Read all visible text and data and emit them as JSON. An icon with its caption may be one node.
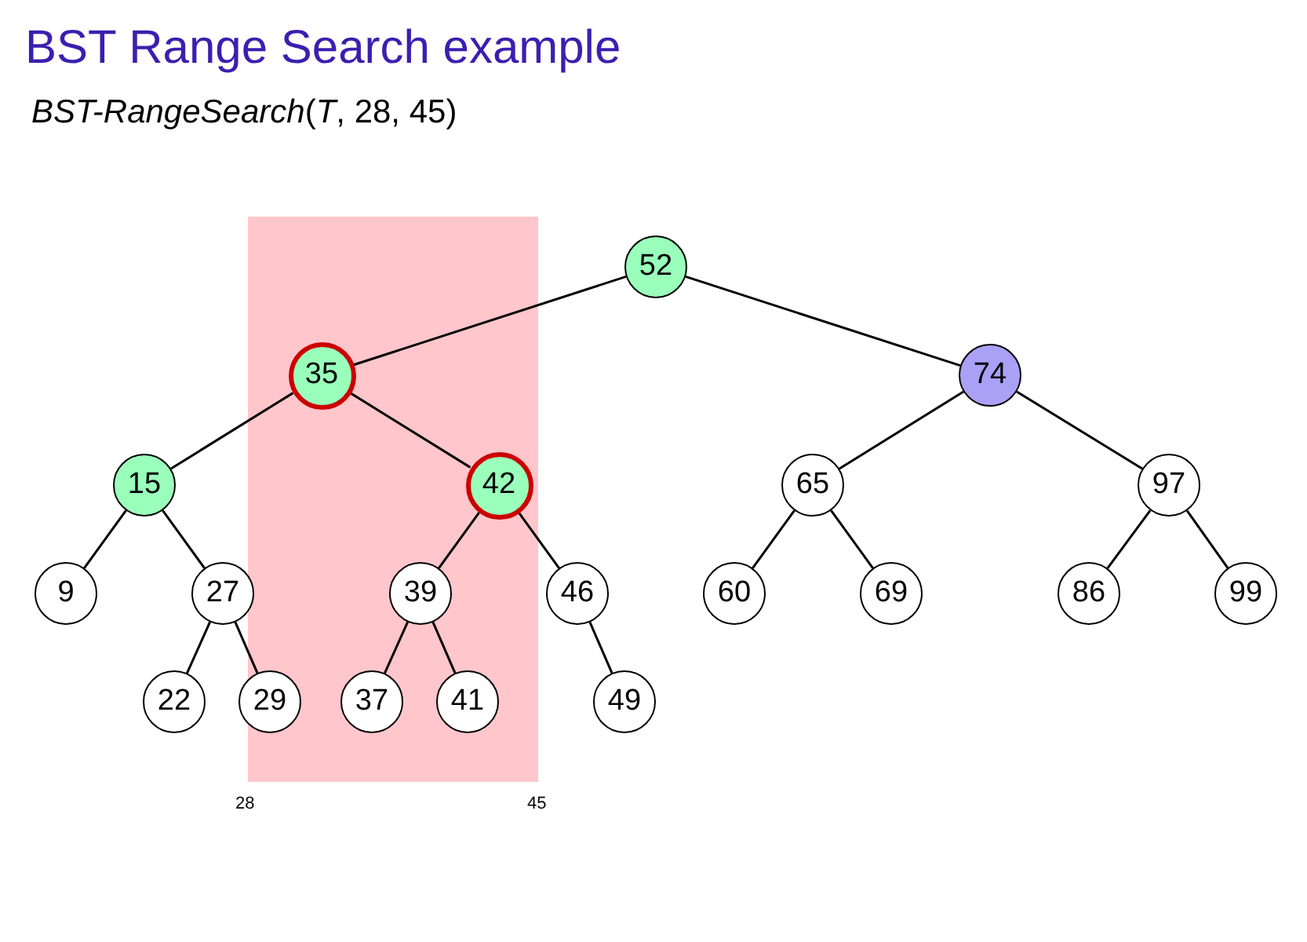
{
  "diagram": {
    "title": "BST Range Search example",
    "nodes": [
      {
        "text": [
          "52"
        ]
      },
      {
        "text": [
          "35"
        ]
      },
      {
        "text": [
          "74"
        ]
      },
      {
        "text": [
          "15"
        ]
      },
      {
        "text": [
          "42"
        ]
      },
      {
        "text": [
          "65"
        ]
      },
      {
        "text": [
          "97"
        ]
      },
      {
        "text": [
          "9"
        ]
      },
      {
        "text": [
          "27"
        ]
      },
      {
        "text": [
          "39"
        ]
      },
      {
        "text": [
          "46"
        ]
      },
      {
        "text": [
          "60"
        ]
      },
      {
        "text": [
          "69"
        ]
      },
      {
        "text": [
          "86"
        ]
      },
      {
        "text": [
          "99"
        ]
      },
      {
        "text": [
          "22"
        ]
      },
      {
        "text": [
          "29"
        ]
      },
      {
        "text": [
          "37"
        ]
      },
      {
        "text": [
          "41"
        ]
      },
      {
        "text": [
          "49"
        ]
      }
    ],
    "edges": [
      {
        "from": 0,
        "to": 1,
        "arrow": "none"
      },
      {
        "from": 0,
        "to": 2,
        "arrow": "none"
      },
      {
        "from": 1,
        "to": 3,
        "arrow": "none"
      },
      {
        "from": 1,
        "to": 4,
        "arrow": "none"
      },
      {
        "from": 2,
        "to": 5,
        "arrow": "none"
      },
      {
        "from": 2,
        "to": 6,
        "arrow": "none"
      },
      {
        "from": 3,
        "to": 7,
        "arrow": "none"
      },
      {
        "from": 3,
        "to": 8,
        "arrow": "none"
      },
      {
        "from": 4,
        "to": 9,
        "arrow": "none"
      },
      {
        "from": 4,
        "to": 10,
        "arrow": "none"
      },
      {
        "from": 5,
        "to": 11,
        "arrow": "none"
      },
      {
        "from": 5,
        "to": 12,
        "arrow": "none"
      },
      {
        "from": 6,
        "to": 13,
        "arrow": "none"
      },
      {
        "from": 6,
        "to": 14,
        "arrow": "none"
      },
      {
        "from": 8,
        "to": 15,
        "arrow": "none"
      },
      {
        "from": 8,
        "to": 16,
        "arrow": "none"
      },
      {
        "from": 9,
        "to": 17,
        "arrow": "none"
      },
      {
        "from": 9,
        "to": 18,
        "arrow": "none"
      },
      {
        "from": 10,
        "to": 19,
        "arrow": "none"
      }
    ],
    "labels": [
      "*BST-RangeSearch*(*T*, 28, 45)",
      "28",
      "45"
    ]
  }
}
